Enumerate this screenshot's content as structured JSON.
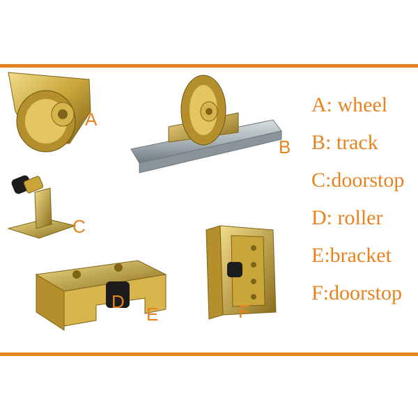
{
  "colors": {
    "accent": "#e8821e",
    "brass": "#c9a53a",
    "brass_dark": "#8a6d1c",
    "brass_light": "#ecd37a",
    "steel": "#a9b3b8",
    "steel_dark": "#6f7a80",
    "rubber": "#1c1c1c"
  },
  "legend": [
    {
      "text": "A: wheel"
    },
    {
      "text": "B: track"
    },
    {
      "text": "C:doorstop"
    },
    {
      "text": "D: roller"
    },
    {
      "text": "E:bracket"
    },
    {
      "text": "F:doorstop"
    }
  ],
  "labels": {
    "a": "A",
    "b": "B",
    "c": "C",
    "d": "D",
    "e": "E",
    "f": "F"
  }
}
